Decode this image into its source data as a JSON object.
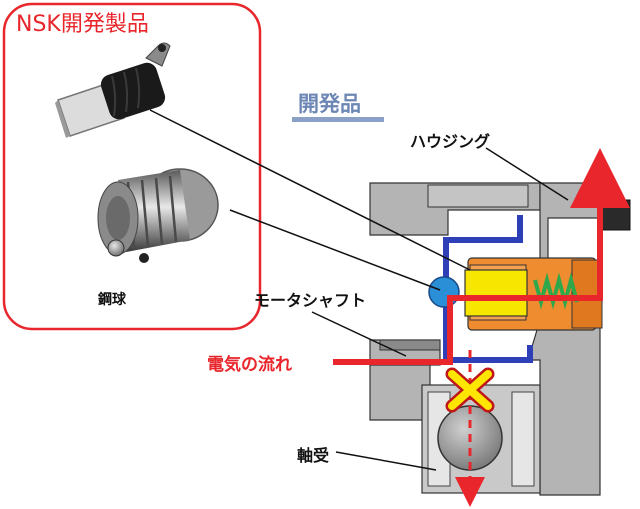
{
  "titles": {
    "nsk_product": "NSK開発製品",
    "developed_product": "開発品"
  },
  "labels": {
    "housing": "ハウジング",
    "steel_ball": "鋼球",
    "motor_shaft": "モータシャフト",
    "current_flow": "電気の流れ",
    "bearing": "軸受"
  },
  "colors": {
    "accent_red": "#e8262b",
    "title_blue": "#6d87b5",
    "spring_green": "#2ea84a",
    "plunger_yellow": "#f7e600",
    "sleeve_orange": "#f08c30",
    "ball_blue": "#2a8fd6",
    "bracket_blue": "#2f3fb8"
  }
}
